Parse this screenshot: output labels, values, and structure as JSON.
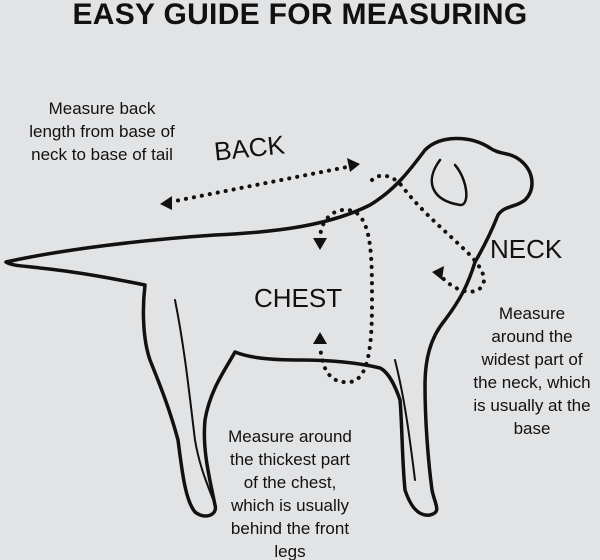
{
  "title": "EASY GUIDE FOR MEASURING",
  "labels": {
    "back": "BACK",
    "chest": "CHEST",
    "neck": "NECK"
  },
  "instructions": {
    "back": "Measure back\nlength from base of\nneck to base of tail",
    "neck": "Measure\naround the\nwidest part of\nthe neck, which\nis usually at the\nbase",
    "chest": "Measure around\nthe thickest part\nof the chest,\nwhich is usually\nbehind the front\nlegs"
  }
}
